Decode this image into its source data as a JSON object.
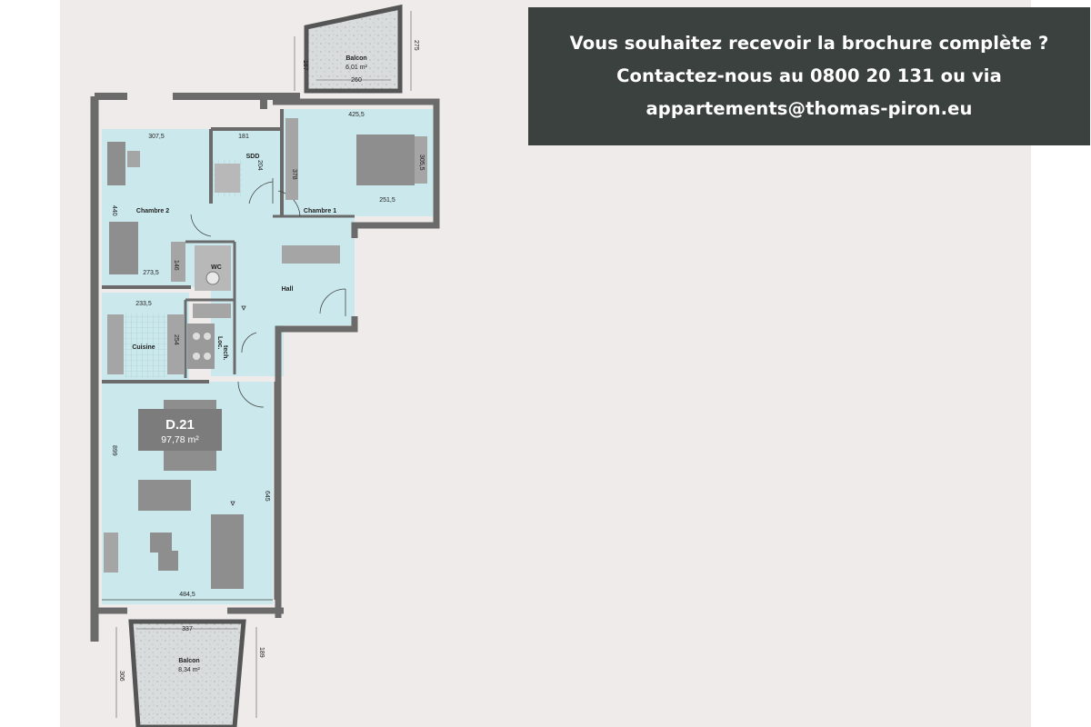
{
  "contact": {
    "line1": "Vous souhaitez recevoir la brochure complète ?",
    "line2": "Contactez-nous au 0800 20 131 ou via",
    "line3": "appartements@thomas-piron.eu"
  },
  "floorplan": {
    "unit": {
      "name": "D.21",
      "area": "97,78 m²"
    },
    "rooms": {
      "balcony_top": "Balcon",
      "balcony_top_area": "6,01 m²",
      "balcony_bottom": "Balcon",
      "balcony_bottom_area": "8,34 m²",
      "bedroom2": "Chambre 2",
      "bedroom1": "Chambre 1",
      "bathroom": "SDD",
      "wc": "WC",
      "hall": "Hall",
      "kitchen": "Cuisine",
      "technical_line1": "Loc.",
      "technical_line2": "tech."
    },
    "dimensions": {
      "d_275": "275",
      "d_187_top": "187",
      "d_260": "260",
      "d_425_5": "425,5",
      "d_307_5": "307,5",
      "d_181": "181",
      "d_204": "204",
      "d_378": "378",
      "d_305_5": "305,5",
      "d_251_5": "251,5",
      "d_440": "440",
      "d_273_5": "273,5",
      "d_146": "146",
      "d_233_5": "233,5",
      "d_254": "254",
      "d_899": "899",
      "d_645": "645",
      "d_484_5": "484,5",
      "d_337": "337",
      "d_306": "306",
      "d_189": "189"
    },
    "colors": {
      "floor": "#cbe9ec",
      "wall": "#6b6b6b",
      "balcony": "#d9dcdc",
      "furniture": "#8e8e8e",
      "label_box": "#7c7c7c"
    }
  }
}
